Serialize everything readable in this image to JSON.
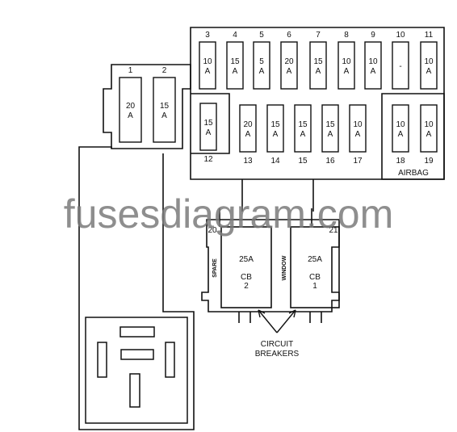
{
  "watermark": "fusesdiagram.com",
  "fuses": [
    {
      "id": "1",
      "rating": "20",
      "unit": "A"
    },
    {
      "id": "2",
      "rating": "15",
      "unit": "A"
    },
    {
      "id": "3",
      "rating": "10",
      "unit": "A"
    },
    {
      "id": "4",
      "rating": "15",
      "unit": "A"
    },
    {
      "id": "5",
      "rating": "5",
      "unit": "A"
    },
    {
      "id": "6",
      "rating": "20",
      "unit": "A"
    },
    {
      "id": "7",
      "rating": "15",
      "unit": "A"
    },
    {
      "id": "8",
      "rating": "10",
      "unit": "A"
    },
    {
      "id": "9",
      "rating": "10",
      "unit": "A"
    },
    {
      "id": "10",
      "rating": "-",
      "unit": ""
    },
    {
      "id": "11",
      "rating": "10",
      "unit": "A"
    },
    {
      "id": "12",
      "rating": "15",
      "unit": "A"
    },
    {
      "id": "13",
      "rating": "20",
      "unit": "A"
    },
    {
      "id": "14",
      "rating": "15",
      "unit": "A"
    },
    {
      "id": "15",
      "rating": "15",
      "unit": "A"
    },
    {
      "id": "16",
      "rating": "15",
      "unit": "A"
    },
    {
      "id": "17",
      "rating": "10",
      "unit": "A"
    },
    {
      "id": "18",
      "rating": "10",
      "unit": "A"
    },
    {
      "id": "19",
      "rating": "10",
      "unit": "A"
    }
  ],
  "airbag_label": "AIRBAG",
  "breakers": [
    {
      "id": "20",
      "rating": "25A",
      "name": "CB",
      "num": "2",
      "side_label": "SPARE"
    },
    {
      "id": "21",
      "rating": "25A",
      "name": "CB",
      "num": "1",
      "side_label": "WINDOW"
    }
  ],
  "caption": [
    "CIRCUIT",
    "BREAKERS"
  ]
}
